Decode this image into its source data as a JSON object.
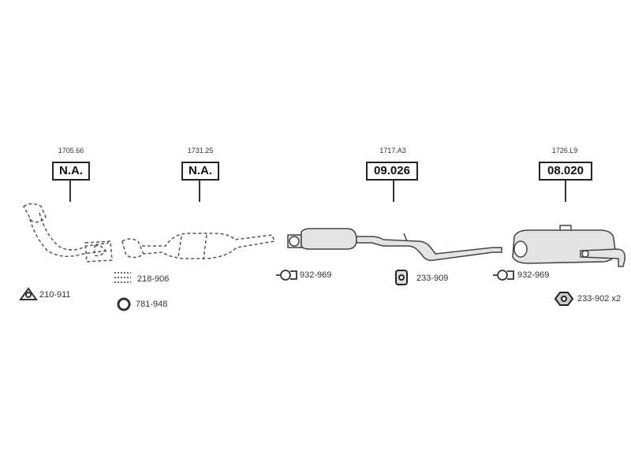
{
  "assemblies": [
    {
      "ref": "1705.66",
      "code": "N.A."
    },
    {
      "ref": "1731.25",
      "code": "N.A."
    },
    {
      "ref": "1717.A3",
      "code": "09.026"
    },
    {
      "ref": "1726.L9",
      "code": "08.020"
    }
  ],
  "parts": {
    "gasket_1": "210-911",
    "bolts": "218-906",
    "ring": "781-948",
    "clamp_1": "932-969",
    "rubber_mount": "233-909",
    "clamp_2": "932-969",
    "nut": "233-902 x2"
  }
}
